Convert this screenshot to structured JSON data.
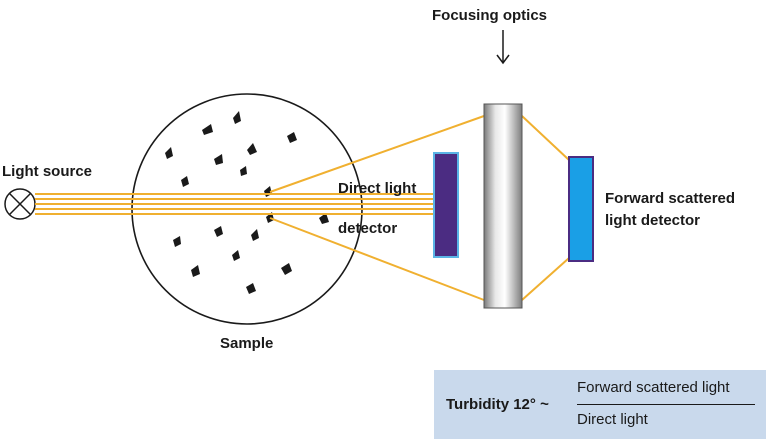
{
  "labels": {
    "light_source": "Light source",
    "focusing_optics": "Focusing optics",
    "sample": "Sample",
    "direct_light_line1": "Direct light",
    "direct_light_line2": "detector",
    "forward_line1": "Forward scattered",
    "forward_line2": "light detector"
  },
  "formula": {
    "name": "Turbidity 12° ~",
    "numerator": "Forward scattered light",
    "denominator": "Direct light"
  },
  "colors": {
    "beam": "#f0b030",
    "direct_detector_fill": "#4b2c82",
    "direct_detector_border": "#5ab4e6",
    "forward_detector_fill": "#1a9fe6",
    "forward_detector_border": "#4b2c82",
    "formula_background": "#c9d9ec"
  }
}
